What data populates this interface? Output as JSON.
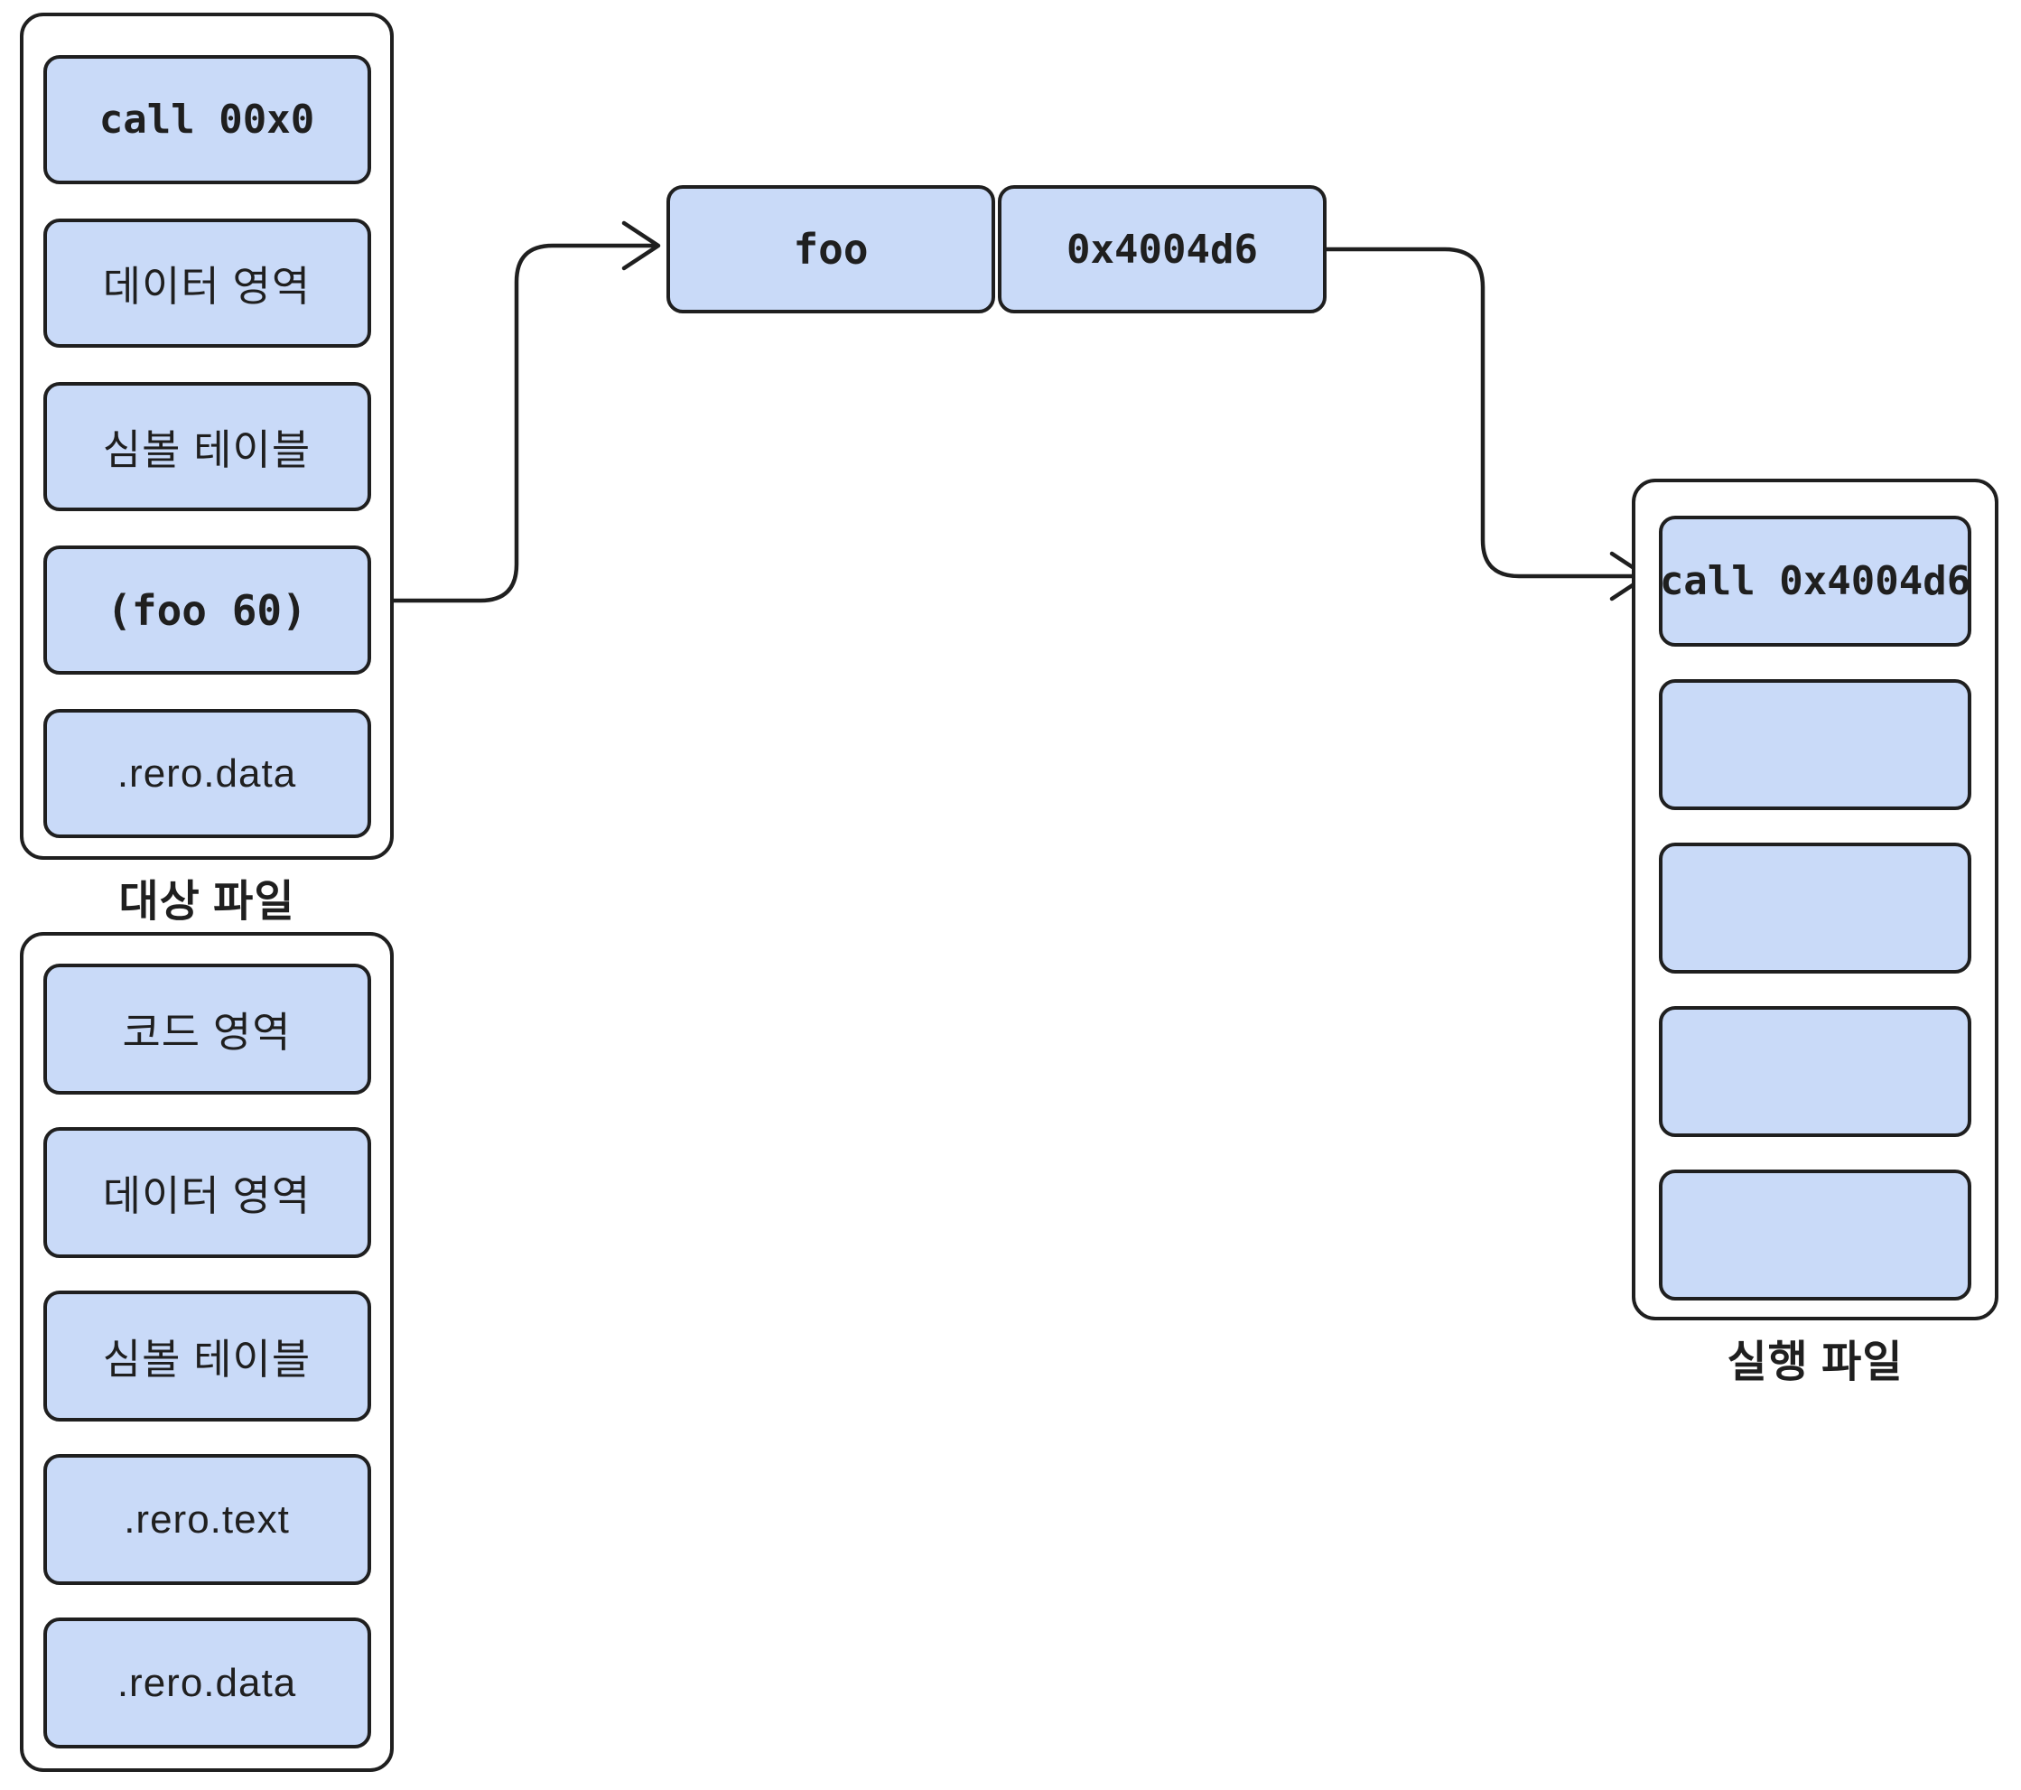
{
  "colors": {
    "box_fill": "#c9daf8",
    "stroke": "#1f1f1f",
    "bg": "#ffffff"
  },
  "object_file": {
    "caption": "대상 파일",
    "rows": {
      "call": "call 00x0",
      "data_area": "데이터 영역",
      "symbol_table": "심볼 테이블",
      "foo_entry": "(foo 60)",
      "rero_data": ".rero.data"
    }
  },
  "source_object_file": {
    "rows": {
      "code_area": "코드 영역",
      "data_area": "데이터 영역",
      "symbol_table": "심볼 테이블",
      "rero_text": ".rero.text",
      "rero_data": ".rero.data"
    }
  },
  "symbol_entry": {
    "name": "foo",
    "address": "0x4004d6"
  },
  "executable_file": {
    "caption": "실행 파일",
    "rows": {
      "call": "call 0x4004d6"
    }
  }
}
